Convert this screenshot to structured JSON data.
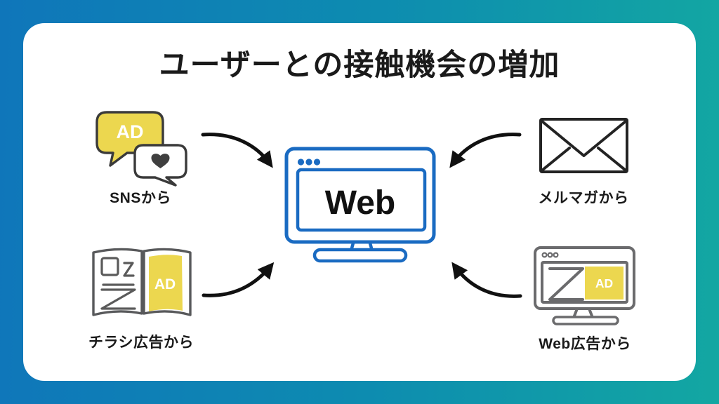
{
  "title": "ユーザーとの接触機会の増加",
  "center": {
    "label": "Web"
  },
  "sources": {
    "sns": {
      "label": "SNSから",
      "ad_badge": "AD"
    },
    "mailmag": {
      "label": "メルマガから"
    },
    "flyer": {
      "label": "チラシ広告から",
      "ad_badge": "AD"
    },
    "webad": {
      "label": "Web広告から",
      "ad_badge": "AD"
    }
  },
  "colors": {
    "background_left": "#0f76ba",
    "background_right": "#13a7a2",
    "card": "#ffffff",
    "accent_blue": "#1a6bc2",
    "ad_yellow": "#ecd74f",
    "icon_gray": "#6b6b6d",
    "ink": "#1a1a1a"
  }
}
